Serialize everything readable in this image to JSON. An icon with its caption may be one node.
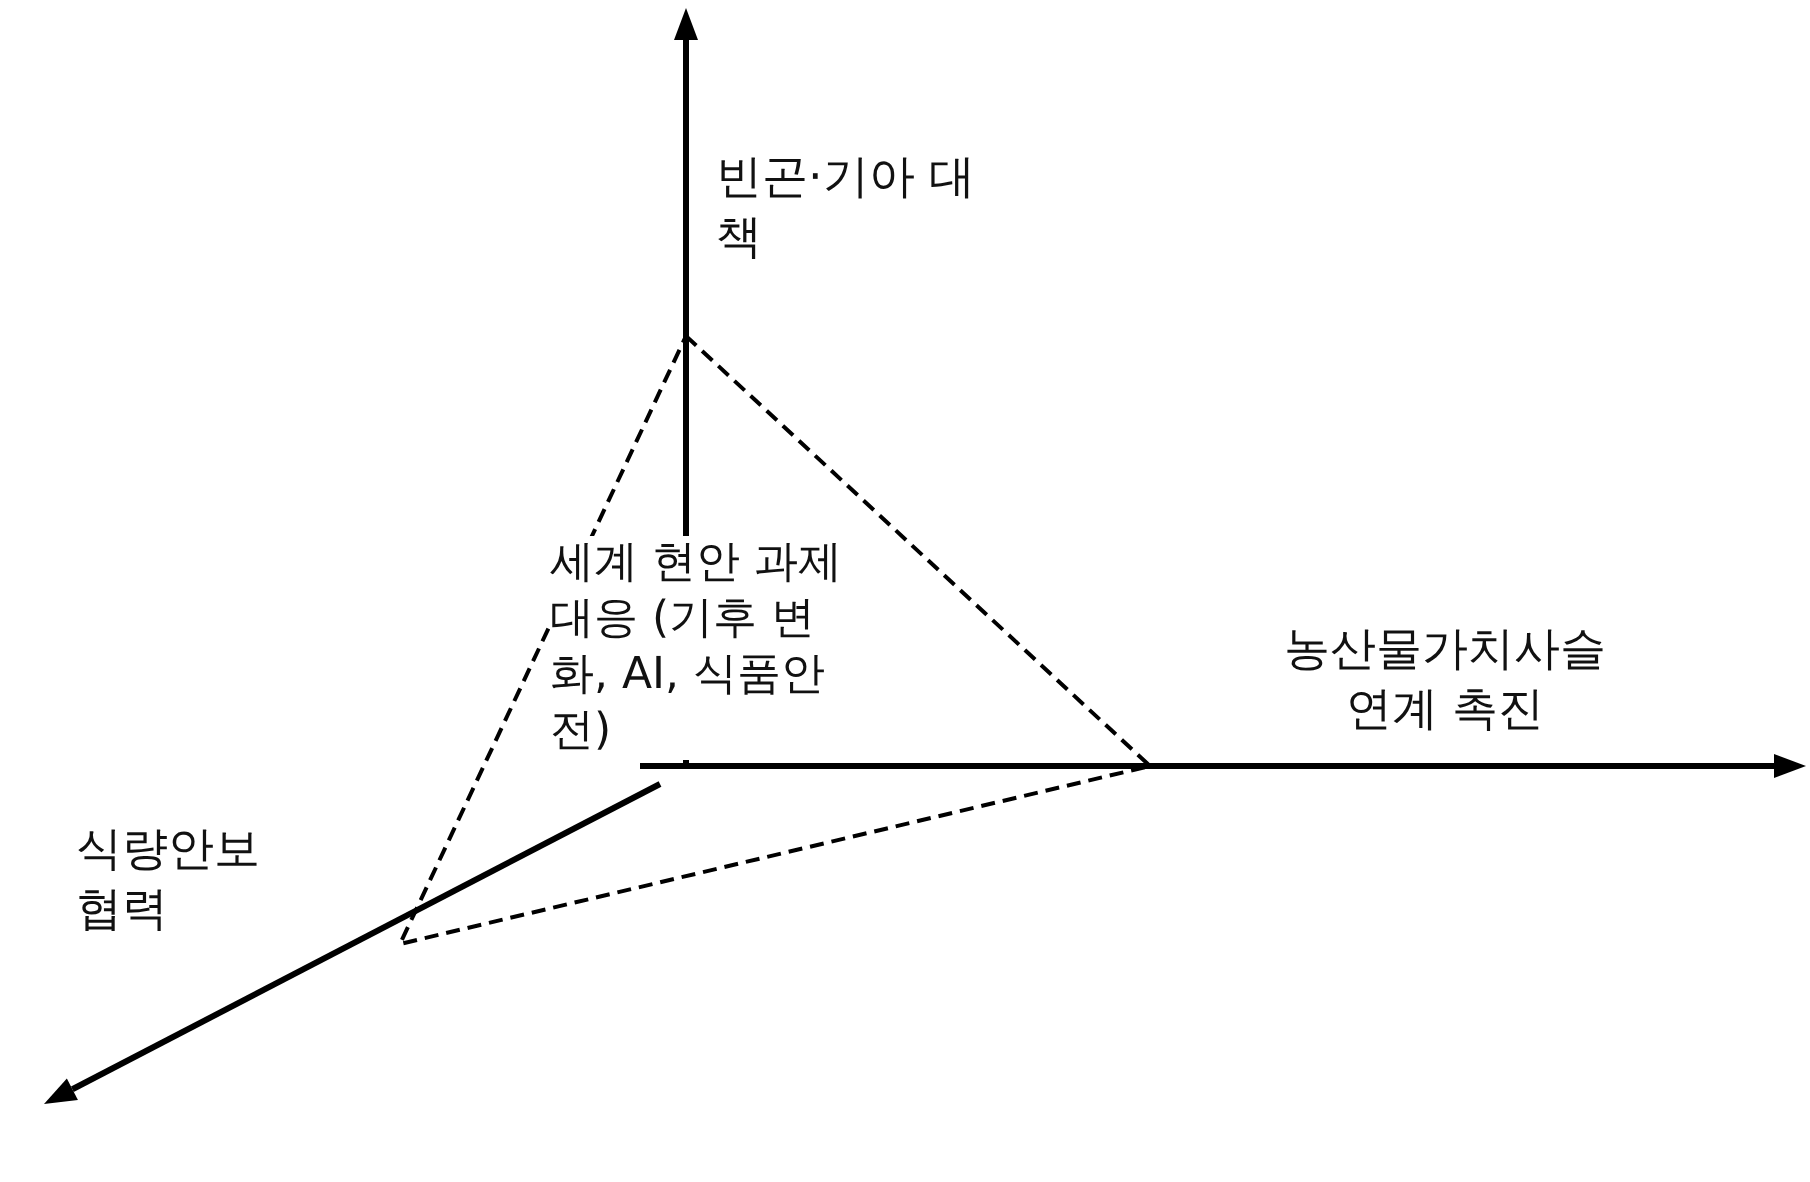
{
  "diagram": {
    "nodes": [
      {
        "text": [
          "세계 현안 과제 대응 (기후 변화, AI, 식품안전)"
        ]
      }
    ],
    "labels": [
      "빈곤·기아 대책",
      "농산물가치사슬 연계 촉진",
      "식량안보 협력"
    ]
  }
}
